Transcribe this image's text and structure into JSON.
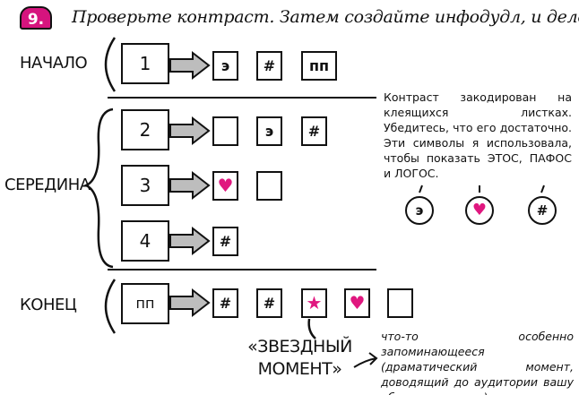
{
  "header": {
    "badge": "9.",
    "title": "Проверьте контраст. Затем создайте инфодудл, и дело сделано."
  },
  "sections": {
    "start": {
      "label": "НАЧАЛО",
      "box": "1",
      "items": [
        "э",
        "#",
        "пп"
      ]
    },
    "middle": {
      "label": "СЕРЕДИНА",
      "rows": [
        {
          "box": "2",
          "items": [
            "",
            "э",
            "#"
          ]
        },
        {
          "box": "3",
          "items": [
            "heart",
            ""
          ]
        },
        {
          "box": "4",
          "items": [
            "#"
          ]
        }
      ]
    },
    "end": {
      "label": "КОНЕЦ",
      "box": "пп",
      "items": [
        "#",
        "#",
        "star",
        "heart",
        ""
      ]
    }
  },
  "note_contrast": "Контраст закодирован на клеящихся листках. Убедитесь, что его достаточно. Эти символы я использовала, чтобы показать ЭТОС, ПАФОС и ЛОГОС.",
  "symbols": [
    "э",
    "heart",
    "#"
  ],
  "star_moment": {
    "label_line1": "«ЗВЕЗДНЫЙ",
    "label_line2": "МОМЕНТ»",
    "note": "что-то особенно запоминающееся (драматический момент, доводящий до аудитории вашу «большую идею»)"
  },
  "colors": {
    "accent": "#e0177f",
    "badge": "#d6147e",
    "arrow": "#bdbdbd"
  },
  "glyphs": {
    "heart": "♥",
    "star": "★"
  }
}
